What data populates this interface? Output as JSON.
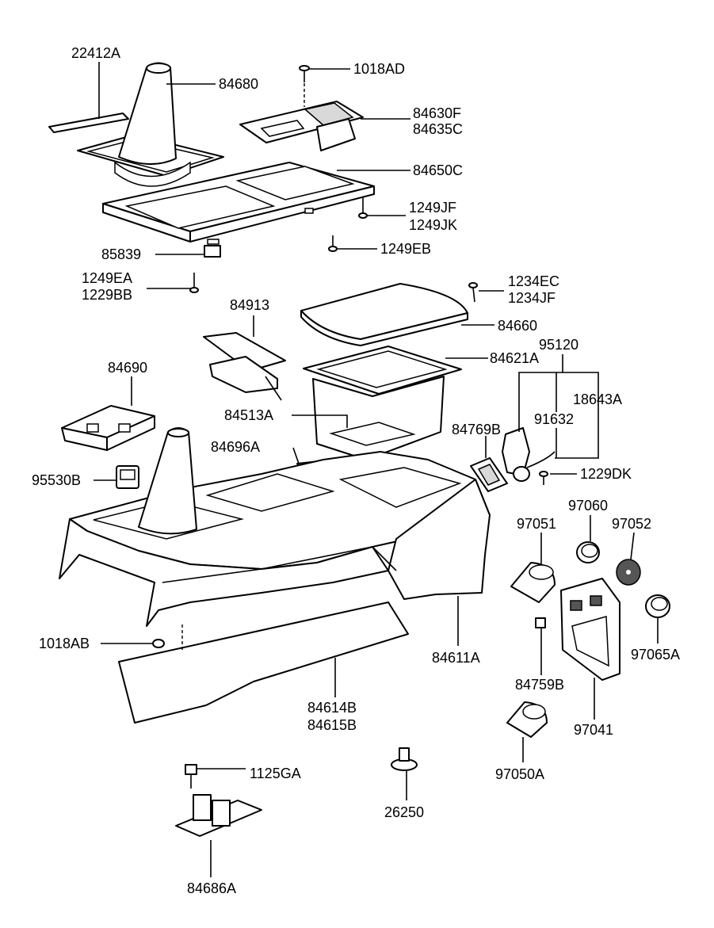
{
  "labels": {
    "p22412A": "22412A",
    "p84680": "84680",
    "p1018AD": "1018AD",
    "p84630F": "84630F",
    "p84635C": "84635C",
    "p84650C": "84650C",
    "p1249JF": "1249JF",
    "p1249JK": "1249JK",
    "p1249EB": "1249EB",
    "p85839": "85839",
    "p1249EA": "1249EA",
    "p1229BB": "1229BB",
    "p1234EC": "1234EC",
    "p1234JF": "1234JF",
    "p84913": "84913",
    "p84660": "84660",
    "p84621A": "84621A",
    "p95120": "95120",
    "p84690": "84690",
    "p18643A": "18643A",
    "p84513A": "84513A",
    "p91632": "91632",
    "p84769B": "84769B",
    "p84696A": "84696A",
    "p1229DK": "1229DK",
    "p95530B": "95530B",
    "p97060": "97060",
    "p97051": "97051",
    "p97052": "97052",
    "p1018AB": "1018AB",
    "p84611A": "84611A",
    "p97065A": "97065A",
    "p84759B": "84759B",
    "p84614B": "84614B",
    "p84615B": "84615B",
    "p97041": "97041",
    "p97050A": "97050A",
    "p1125GA": "1125GA",
    "p26250": "26250",
    "p84686A": "84686A"
  }
}
